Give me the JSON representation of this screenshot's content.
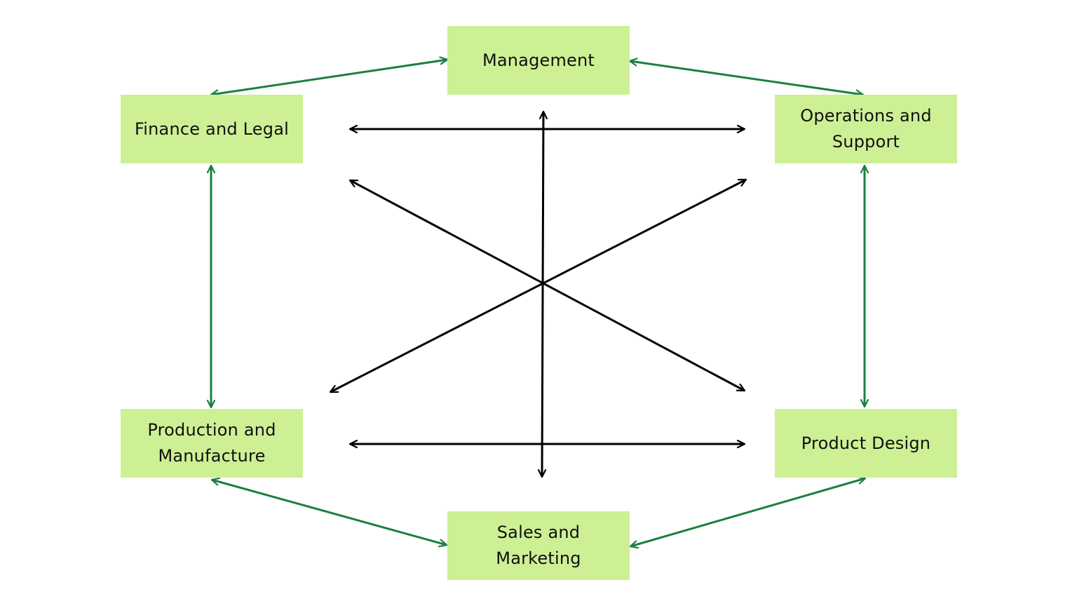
{
  "diagram": {
    "nodes": {
      "management": "Management",
      "finance": "Finance and Legal",
      "operations": "Operations and\nSupport",
      "production": "Production and\nManufacture",
      "product": "Product Design",
      "sales": "Sales and\nMarketing"
    },
    "colors": {
      "node_fill": "#cdf095",
      "outer_arrow": "#1a8040",
      "inner_arrow": "#000000",
      "text": "#111111"
    }
  }
}
